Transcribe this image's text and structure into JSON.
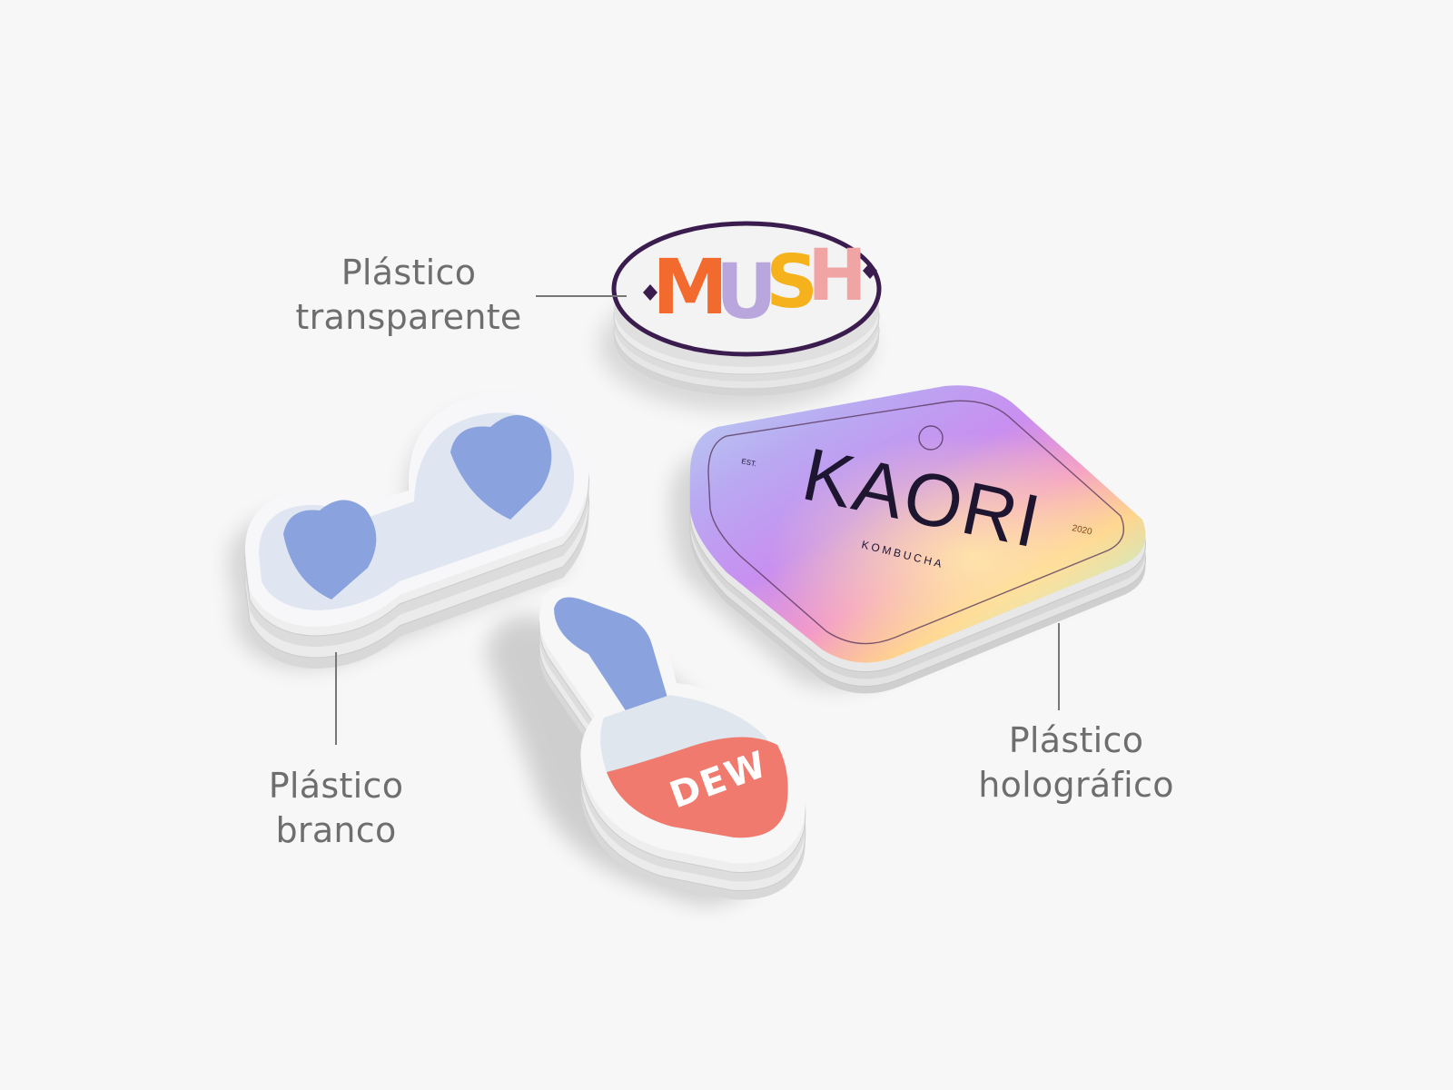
{
  "labels": {
    "transparente": {
      "line1": "Plástico",
      "line2": "transparente"
    },
    "branco": {
      "line1": "Plástico",
      "line2": "branco"
    },
    "holografico": {
      "line1": "Plástico",
      "line2": "holográfico"
    }
  },
  "stickers": {
    "mush": {
      "letters": [
        "M",
        "U",
        "S",
        "H"
      ],
      "letter_colors": [
        "#f26a2e",
        "#b9a6dd",
        "#f5b21c",
        "#f0a4a4"
      ],
      "outline_color": "#3b1c4e"
    },
    "kaori": {
      "brand": "KAORI",
      "est": "EST.",
      "year": "2020",
      "sub": "KOMBUCHA"
    },
    "dew": {
      "text": "DEW",
      "cap_color": "#8aa2dd",
      "liquid_color": "#f07a6d"
    },
    "glasses": {
      "lens_color": "#8aa2dd"
    }
  }
}
